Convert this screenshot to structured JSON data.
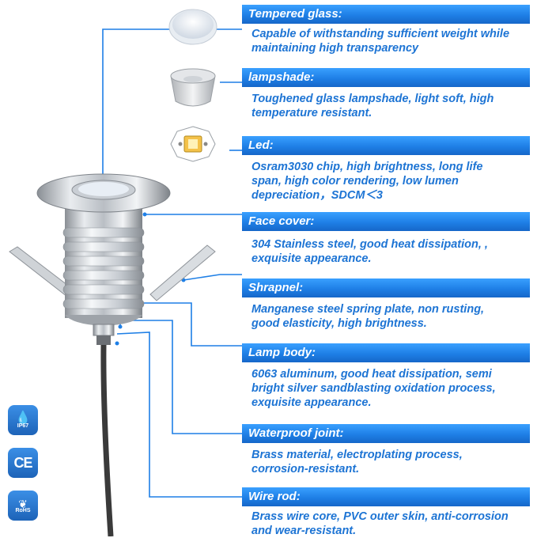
{
  "features": [
    {
      "title": "Tempered glass:",
      "desc": "Capable of withstanding sufficient weight while\nmaintaining high transparency"
    },
    {
      "title": "lampshade:",
      "desc": "Toughened glass lampshade, light soft, high\ntemperature resistant."
    },
    {
      "title": "Led:",
      "desc": "Osram3030 chip, high brightness, long life\nspan, high color rendering, low lumen\ndepreciation，SDCM＜3"
    },
    {
      "title": "Face cover:",
      "desc": "304 Stainless steel, good heat dissipation, ,\nexquisite appearance."
    },
    {
      "title": "Shrapnel:",
      "desc": "Manganese steel spring plate, non rusting,\ngood elasticity, high brightness."
    },
    {
      "title": "Lamp body:",
      "desc": "6063 aluminum, good heat dissipation, semi\nbright silver sandblasting oxidation process,\nexquisite appearance."
    },
    {
      "title": "Waterproof joint:",
      "desc": "Brass material, electroplating process,\ncorrosion-resistant."
    },
    {
      "title": "Wire rod:",
      "desc": "Brass wire core, PVC outer skin, anti-corrosion\nand wear-resistant."
    }
  ],
  "badges": {
    "ip": "IP67",
    "ce": "CE",
    "rohs": "RoHS"
  },
  "colors": {
    "accent": "#1e7fe6",
    "text": "#1d74d4"
  }
}
